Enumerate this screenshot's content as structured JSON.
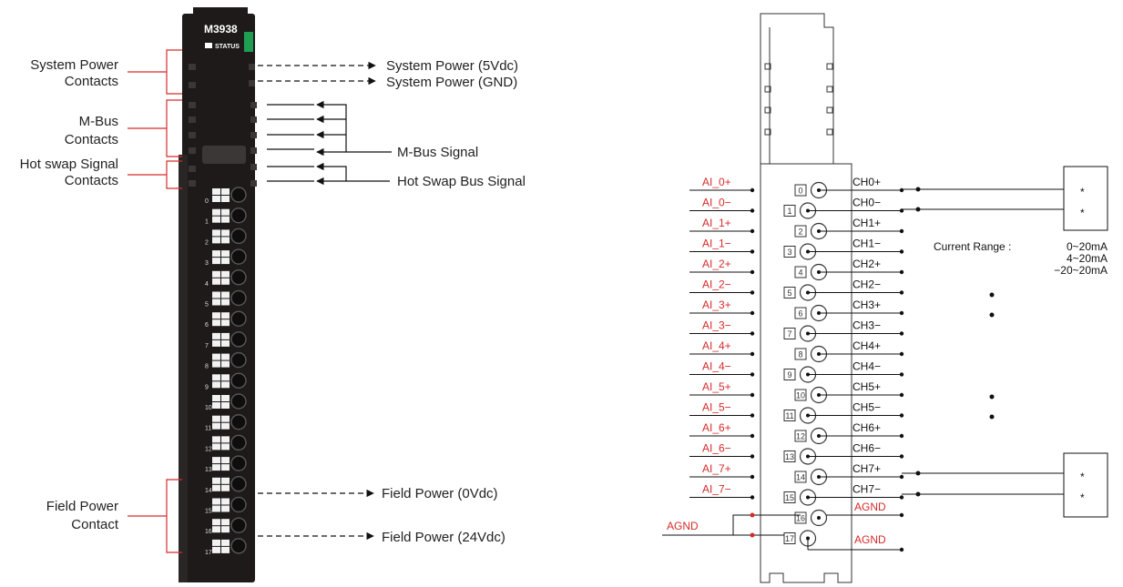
{
  "left": {
    "module_name": "M3938",
    "status_label": "STATUS",
    "group_labels": [
      {
        "lines": [
          "System Power",
          "Contacts"
        ]
      },
      {
        "lines": [
          "M-Bus",
          "Contacts"
        ]
      },
      {
        "lines": [
          "Hot swap Signal",
          "Contacts"
        ]
      },
      {
        "lines": [
          "Field Power",
          "Contact"
        ]
      }
    ],
    "signals": {
      "sys_5v": "System Power (5Vdc)",
      "sys_gnd": "System Power (GND)",
      "mbus": "M-Bus Signal",
      "hotswap": "Hot Swap Bus Signal",
      "field_0v": "Field Power (0Vdc)",
      "field_24v": "Field Power (24Vdc)"
    },
    "terminal_numbers": [
      "0",
      "1",
      "2",
      "3",
      "4",
      "5",
      "6",
      "7",
      "8",
      "9",
      "10",
      "11",
      "12",
      "13",
      "14",
      "15",
      "16",
      "17"
    ]
  },
  "right": {
    "ai_labels": [
      "AI_0+",
      "AI_0−",
      "AI_1+",
      "AI_1−",
      "AI_2+",
      "AI_2−",
      "AI_3+",
      "AI_3−",
      "AI_4+",
      "AI_4−",
      "AI_5+",
      "AI_5−",
      "AI_6+",
      "AI_6−",
      "AI_7+",
      "AI_7−"
    ],
    "agnd_left": "AGND",
    "pin_numbers": [
      "0",
      "1",
      "2",
      "3",
      "4",
      "5",
      "6",
      "7",
      "8",
      "9",
      "10",
      "11",
      "12",
      "13",
      "14",
      "15",
      "16",
      "17"
    ],
    "ch_labels": [
      "CH0+",
      "CH0−",
      "CH1+",
      "CH1−",
      "CH2+",
      "CH2−",
      "CH3+",
      "CH3−",
      "CH4+",
      "CH4−",
      "CH5+",
      "CH5−",
      "CH6+",
      "CH6−",
      "CH7+",
      "CH7−"
    ],
    "agnd_right": [
      "AGND",
      "AGND"
    ],
    "current_range_title": "Current Range :",
    "current_ranges": [
      "0~20mA",
      "4~20mA",
      "−20~20mA"
    ],
    "device_marks": [
      "*",
      "*",
      "*",
      "*"
    ]
  },
  "colors": {
    "accent_red": "#d62b2b",
    "module_dark": "#1d1a19",
    "status_green": "#1f9d52"
  }
}
